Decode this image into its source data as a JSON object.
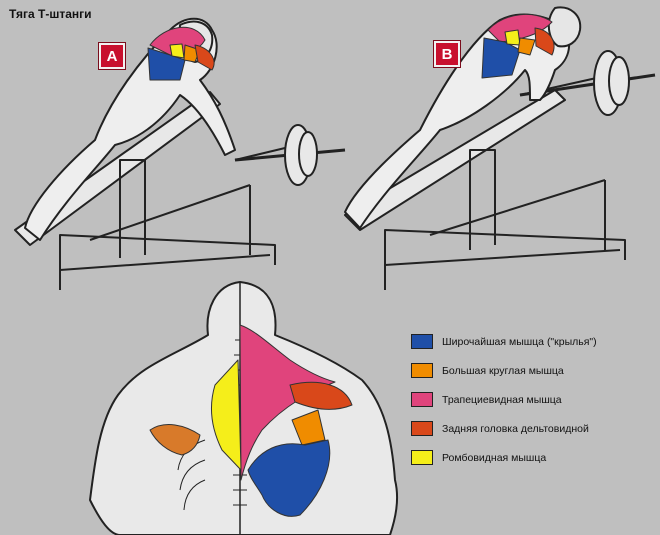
{
  "title": "Тяга Т-штанги",
  "figures": [
    {
      "badge": "A"
    },
    {
      "badge": "B"
    }
  ],
  "legend": [
    {
      "label": "Широчайшая мышца (\"крылья\")",
      "color": "#1f4fa8"
    },
    {
      "label": "Большая круглая мышца",
      "color": "#f08c00"
    },
    {
      "label": "Трапециевидная мышца",
      "color": "#e0447c"
    },
    {
      "label": "Задняя головка дельтовидной",
      "color": "#d9481a"
    },
    {
      "label": "Ромбовидная мышца",
      "color": "#f5ee1a"
    }
  ]
}
